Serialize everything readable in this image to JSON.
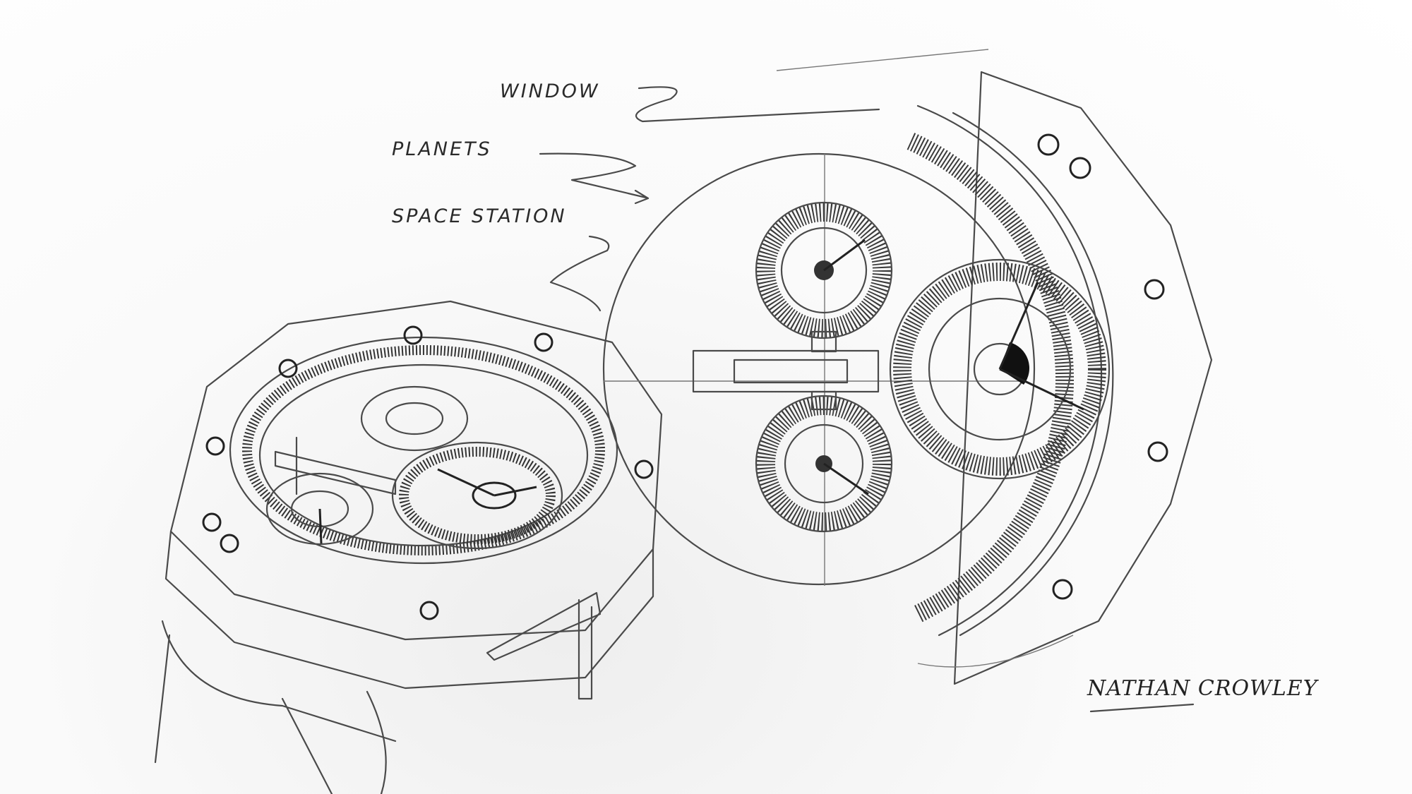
{
  "labels": {
    "window": "WINDOW",
    "planets": "PLANETS",
    "space_station": "SPACE STATION"
  },
  "signature": "NATHAN CROWLEY",
  "colors": {
    "pencil": "#4a4a4a",
    "paper": "#fbfbfb"
  }
}
